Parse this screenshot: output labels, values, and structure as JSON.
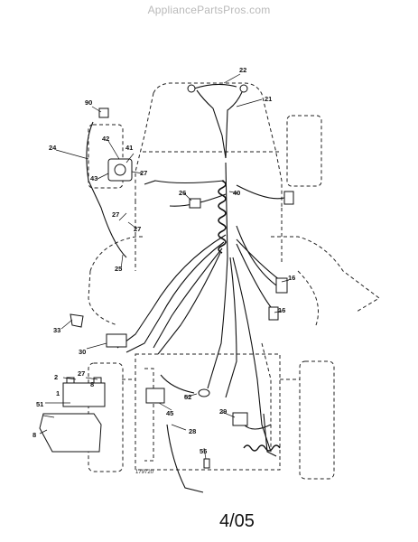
{
  "watermark": "AppliancePartsPros.com",
  "page_number": "4/05",
  "drawing_code": "179720",
  "callouts": [
    "22",
    "21",
    "90",
    "24",
    "42",
    "41",
    "43",
    "27",
    "40",
    "26",
    "27",
    "27",
    "25",
    "16",
    "16",
    "33",
    "30",
    "2",
    "27",
    "8",
    "1",
    "51",
    "8",
    "45",
    "52",
    "28",
    "29",
    "55"
  ]
}
